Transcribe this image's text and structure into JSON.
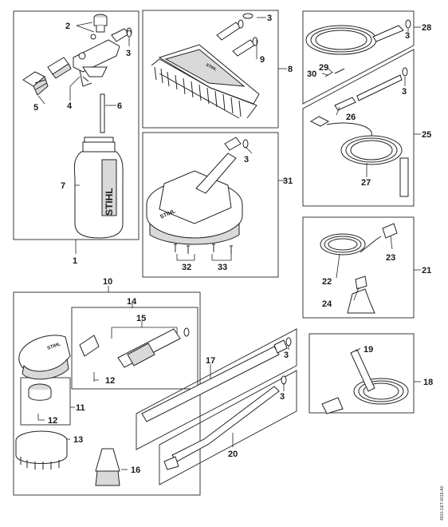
{
  "doc_id": "4910-GET-0018-A0",
  "labels": {
    "l1": "1",
    "l2": "2",
    "l3a": "3",
    "l3b": "3",
    "l3c": "3",
    "l3d": "3",
    "l3e": "3",
    "l3f": "3",
    "l3g": "3",
    "l4": "4",
    "l5": "5",
    "l6": "6",
    "l7": "7",
    "l8": "8",
    "l9": "9",
    "l10": "10",
    "l11": "11",
    "l12a": "12",
    "l12b": "12",
    "l13": "13",
    "l14": "14",
    "l15": "15",
    "l16": "16",
    "l17": "17",
    "l18": "18",
    "l19": "19",
    "l20": "20",
    "l21": "21",
    "l22": "22",
    "l23": "23",
    "l24": "24",
    "l25": "25",
    "l26": "26",
    "l27": "27",
    "l28": "28",
    "l29": "29",
    "l30": "30",
    "l31": "31",
    "l32": "32",
    "l33": "33"
  },
  "brand": {
    "bottle": "STIHL",
    "brush_hood": "STIHL",
    "surface_cleaner": "STIHL",
    "rotary_hood": "STIHL"
  }
}
